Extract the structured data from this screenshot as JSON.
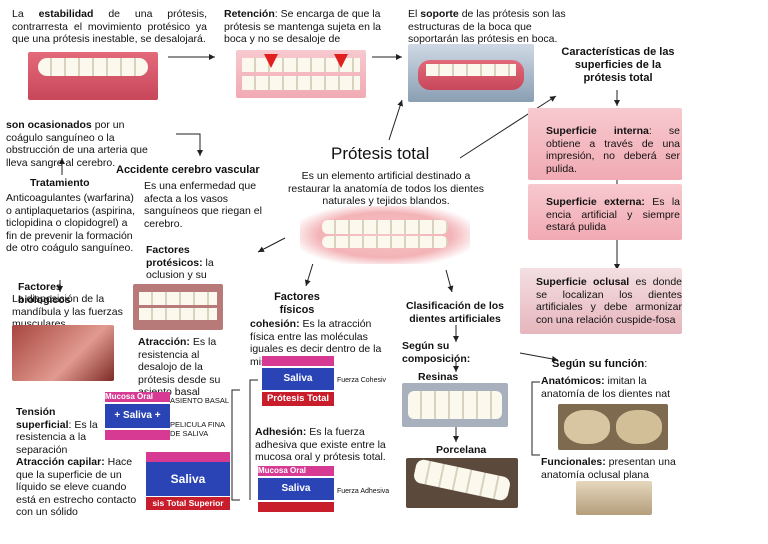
{
  "center": {
    "title": "Prótesis total",
    "definition": "Es un elemento artificial destinado a restaurar la anatomía de todos los dientes naturales y tejidos blandos."
  },
  "top": {
    "estabilidad_pre": "La ",
    "estabilidad_bold": "estabilidad",
    "estabilidad_text": " de una prótesis, contrarresta el movimiento protésico ya que una prótesis inestable, se desalojará.",
    "retencion_bold": "Retención",
    "retencion_text": ": Se encarga de que la prótesis se mantenga sujeta en la boca y no se desaloje de",
    "soporte_pre": "El ",
    "soporte_bold": "soporte",
    "soporte_text": " de las prótesis son las estructuras de la boca que soportarán las prótesis en boca."
  },
  "left": {
    "ocasionados_bold": "son ocasionados",
    "ocasionados_text": " por un coágulo sanguíneo o la obstrucción de una arteria que lleva sangre al cerebro.",
    "tratamiento": "Tratamiento",
    "tratamiento_text": "Anticoagulantes (warfarina) o antiplaquetarios (aspirina, ticlopidina o clopidogrel) a fin de prevenir la formación de otro coágulo sanguíneo.",
    "acv_title": "Accidente cerebro vascular",
    "acv_text": "Es una enfermedad que afecta a los vasos sanguíneos que riegan el cerebro.",
    "protesicos_title": "Factores protésicos:",
    "protesicos_text": " la oclusion y su",
    "biologicos_title": "Factores biologicos",
    "biologicos_text": "La disposición de la mandíbula y las fuerzas musculares",
    "atraccion_bold": "Atracción:",
    "atraccion_text": " Es la resistencia al desalojo de la prótesis desde su asiento basal",
    "tension_bold": "Tensión superficial",
    "tension_text": ": Es la resistencia a la separación",
    "capilar_bold": "Atracción capilar:",
    "capilar_text": " Hace que la superficie de un líquido se eleve cuando está en estrecho contacto con un sólido"
  },
  "middle": {
    "fisicos_title": "Factores físicos",
    "cohesion_bold": "cohesión:",
    "cohesion_text": " Es la atracción física entre las moléculas iguales es decir dentro de la misma saliva.",
    "adhesion_bold": "Adhesión:",
    "adhesion_text": " Es la fuerza adhesiva que existe entre la mucosa oral y prótesis total.",
    "clasificacion": "Clasificación de los dientes artificiales",
    "composicion": "Según su composición:",
    "resinas": "Resinas acrílicas",
    "porcelana": "Porcelana"
  },
  "right": {
    "caracteristicas": "Características de las superficies de la prótesis total",
    "interna_bold": "Superficie interna",
    "interna_text": ": se obtiene a través de una impresión, no deberá ser pulida.",
    "externa_bold": "Superficie externa:",
    "externa_text": " Es la encia artificial y siempre estará pulida",
    "oclusal_bold": "Superficie oclusal",
    "oclusal_text": " es donde se localizan los dientes artificiales y debe armonizar con una relación cuspide-fosa",
    "funcion": "Según su función",
    "funcion_colon": ":",
    "anatomicos_bold": "Anatómicos:",
    "anatomicos_text": " imitan la anatomía de los dientes nat",
    "funcionales_bold": "Funcionales:",
    "funcionales_text": " presentan una anatomía oclusal plana"
  },
  "figures": {
    "mucosa": "Mucosa Oral",
    "saliva": "Saliva",
    "protesis": "Prótesis Total",
    "fuerza_cohesiva": "Fuerza Cohesiv",
    "fuerza_adhesiva": "Fuerza Adhesiva",
    "asiento_basal": "ASIENTO BASAL",
    "pelicula": "PELICULA FINA DE SALIVA",
    "protesis_superior": "sis Total Superior",
    "saliva_plus": "+ Saliva +"
  },
  "colors": {
    "pink": "#d63a93",
    "blue": "#2b44b5",
    "red": "#c81d2b",
    "gum": "#e06a78",
    "arrow": "#222222"
  }
}
